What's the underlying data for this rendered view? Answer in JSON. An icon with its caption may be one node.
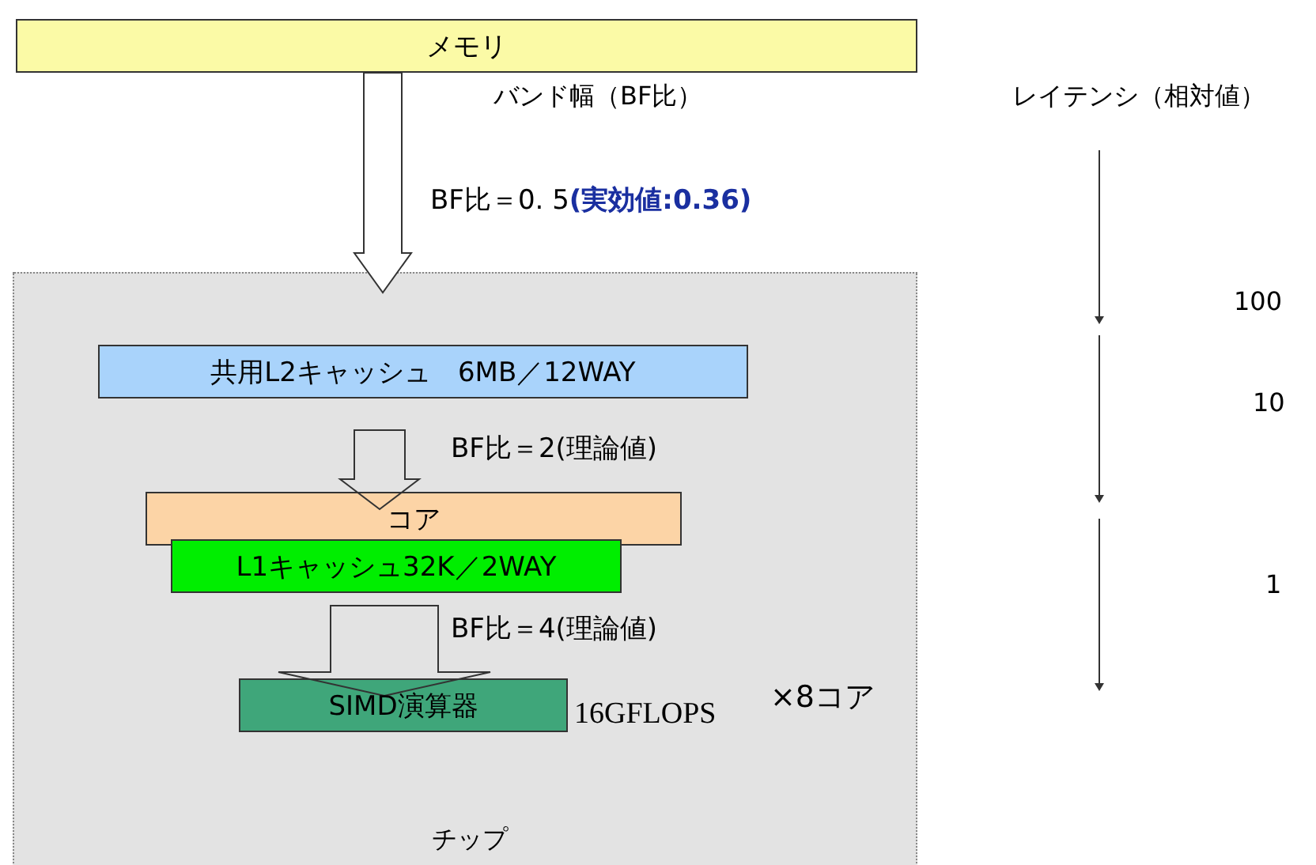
{
  "diagram": {
    "nodes": [
      {
        "text": [
          "メモリ"
        ]
      },
      {
        "text": [
          "チップ"
        ]
      },
      {
        "text": [
          "共用L2キャッシュ　6MB／12WAY"
        ],
        "in": 1
      },
      {
        "text": [
          "コア"
        ],
        "in": 1
      },
      {
        "text": [
          "L1キャッシュ32K／2WAY"
        ],
        "in": 1
      },
      {
        "text": [
          "SIMD演算器"
        ],
        "in": 1,
        "beside": [
          "16GFLOPS"
        ]
      }
    ],
    "edges": [
      {
        "from": 0,
        "to": 1,
        "arrow": "to",
        "label": "BF比＝0. 5**(実効値:0.36)**"
      },
      {
        "from": 2,
        "to": 3,
        "arrow": "to",
        "label": "BF比＝2(理論値)"
      },
      {
        "from": 4,
        "to": 5,
        "arrow": "to",
        "label": "BF比＝4(理論値)"
      }
    ],
    "labels": [
      "バンド幅（BF比）",
      "レイテンシ（相対値）",
      "100",
      "10",
      "1",
      "×8コア"
    ]
  }
}
